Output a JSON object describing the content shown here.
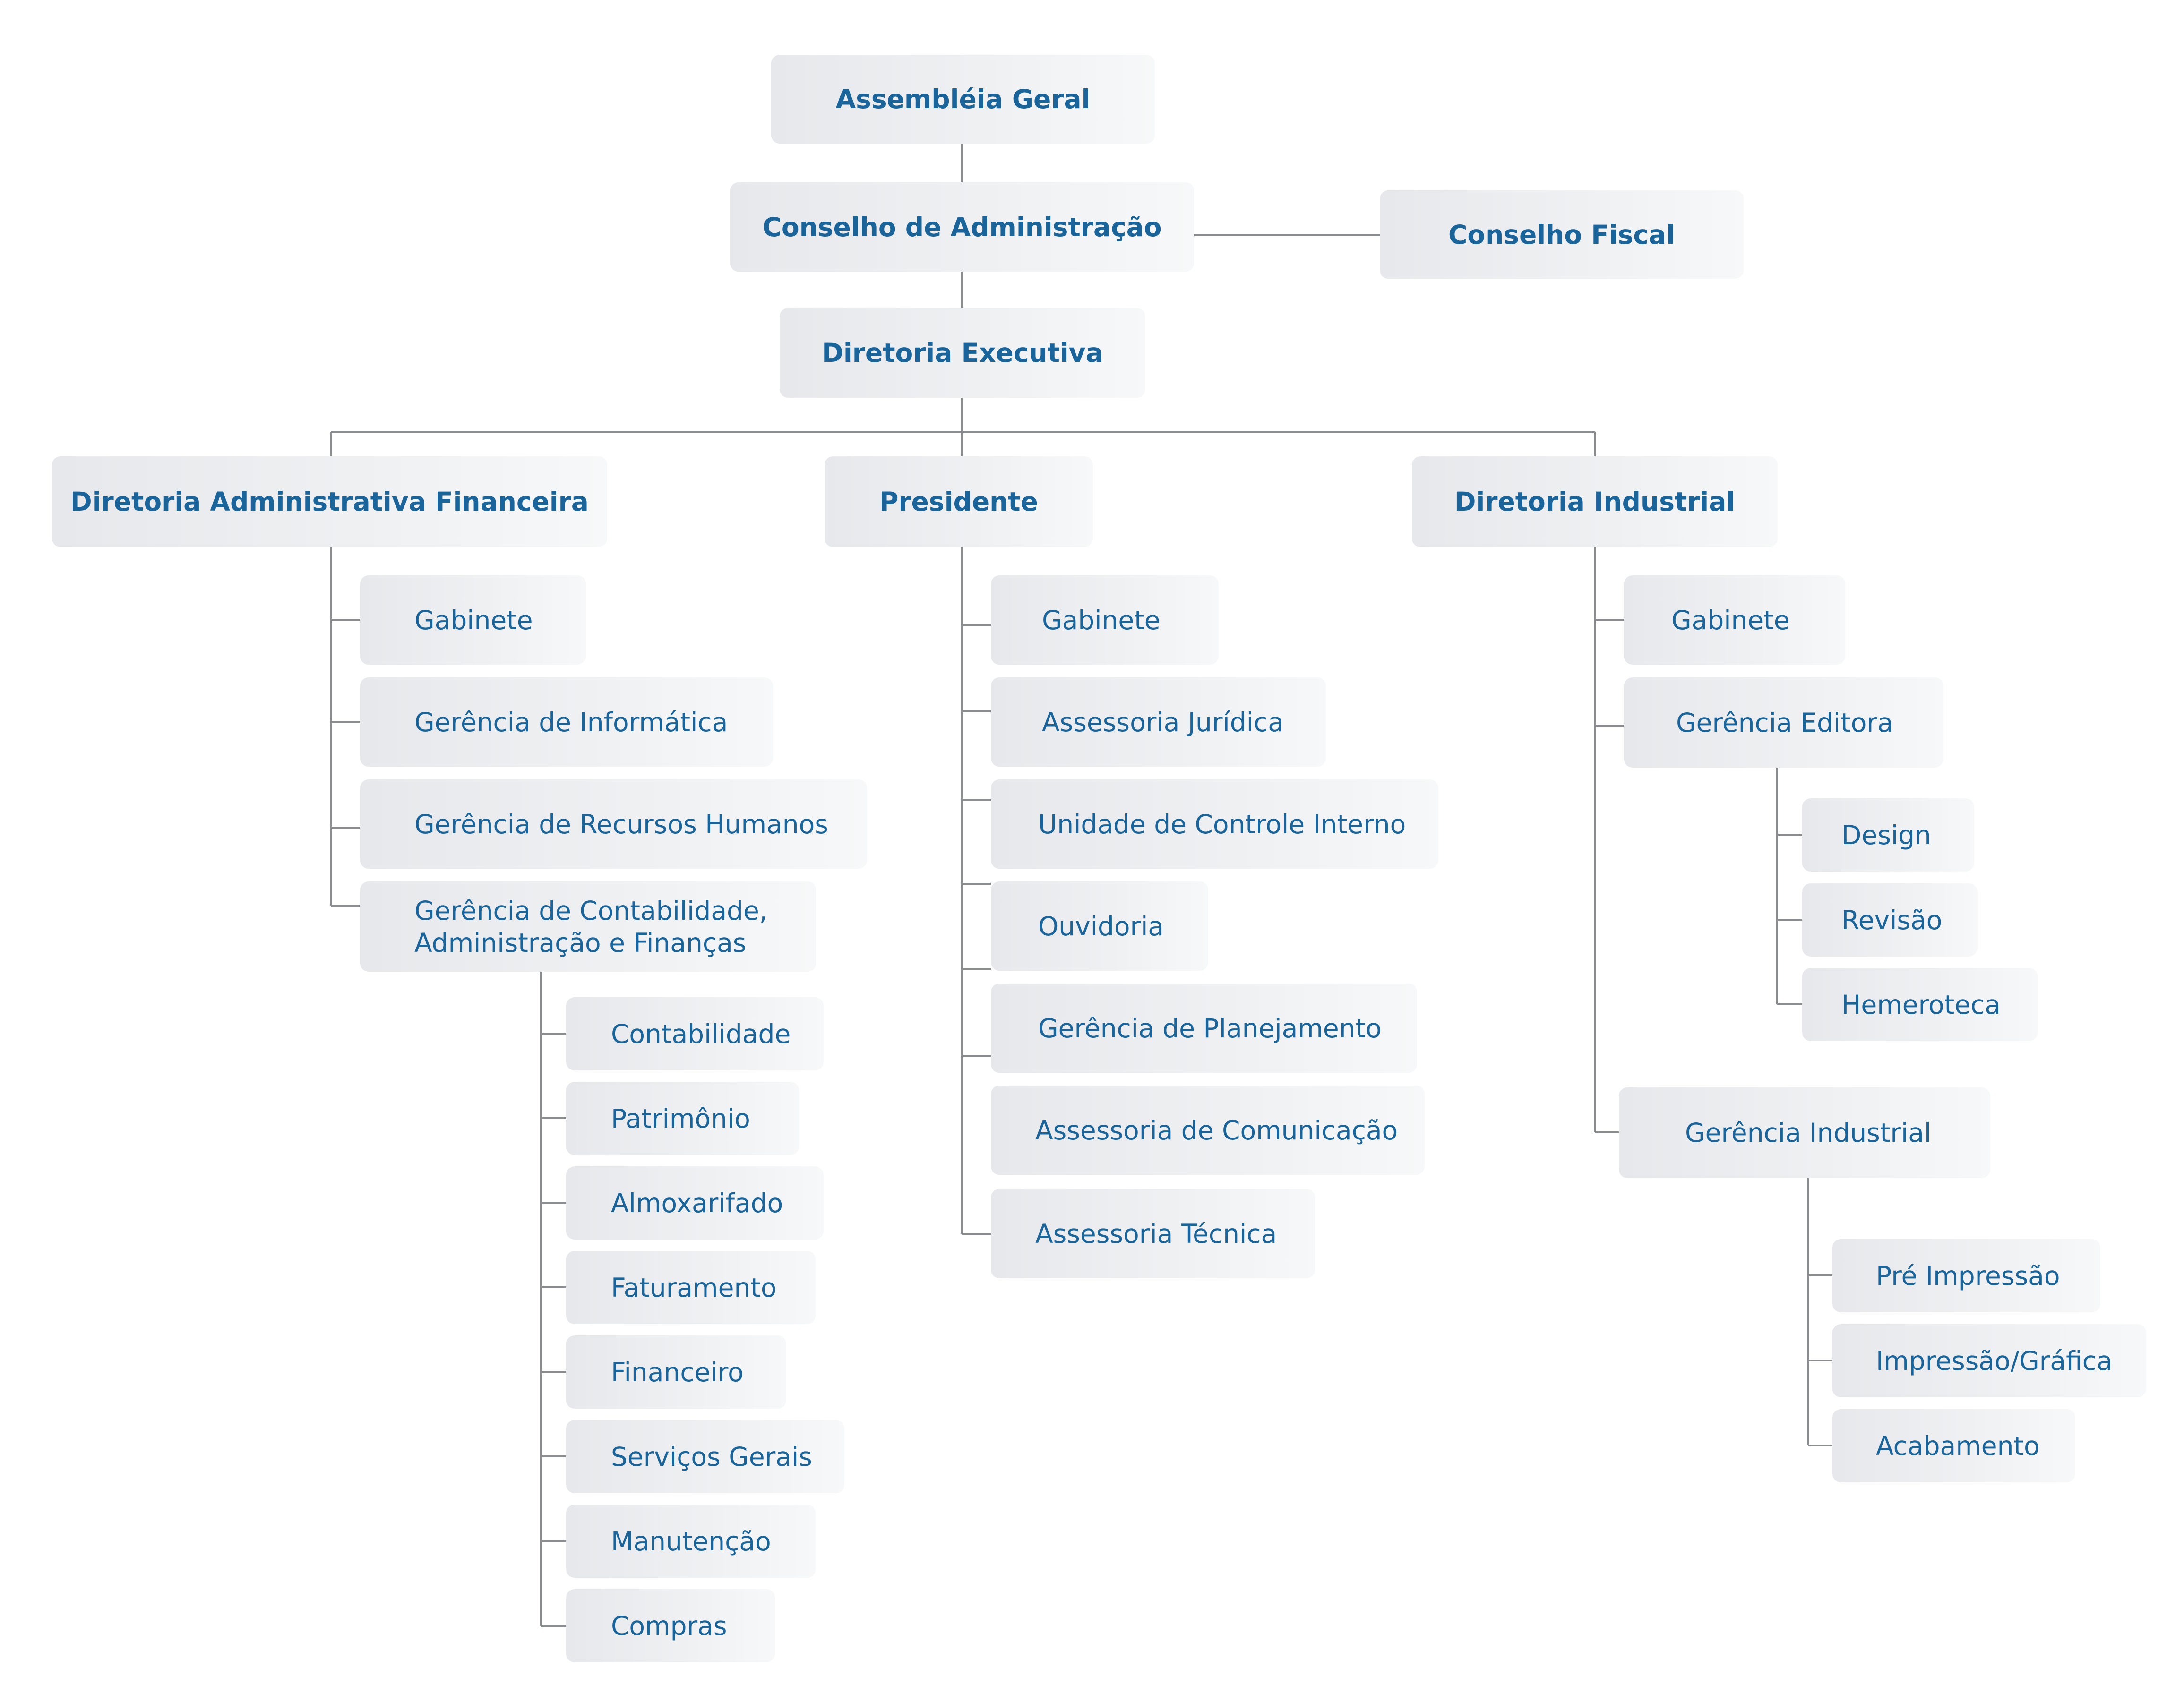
{
  "top": {
    "assembleia": "Assembléia Geral",
    "conselho_admin": "Conselho de Administração",
    "conselho_fiscal": "Conselho Fiscal",
    "diretoria_executiva": "Diretoria Executiva"
  },
  "branches": {
    "admin_fin": {
      "title": "Diretoria Administrativa Financeira",
      "items": [
        "Gabinete",
        "Gerência de Informática",
        "Gerência de Recursos Humanos"
      ],
      "contabilidade": {
        "line1": "Gerência de Contabilidade,",
        "line2": "Administração e Finanças",
        "items": [
          "Contabilidade",
          "Patrimônio",
          "Almoxarifado",
          "Faturamento",
          "Financeiro",
          "Serviços Gerais",
          "Manutenção",
          "Compras"
        ]
      }
    },
    "presidente": {
      "title": "Presidente",
      "items": [
        "Gabinete",
        "Assessoria Jurídica",
        "Unidade de Controle Interno",
        "Ouvidoria",
        "Gerência de Planejamento",
        "Assessoria de Comunicação",
        "Assessoria Técnica"
      ]
    },
    "industrial": {
      "title": "Diretoria Industrial",
      "gabinete": "Gabinete",
      "editora": {
        "title": "Gerência Editora",
        "items": [
          "Design",
          "Revisão",
          "Hemeroteca"
        ]
      },
      "gerencia_industrial": {
        "title": "Gerência Industrial",
        "items": [
          "Pré Impressão",
          "Impressão/Gráfica",
          "Acabamento"
        ]
      }
    }
  },
  "colors": {
    "text": "#1a649c",
    "connector": "#8a8c8f",
    "box_start": "#e6e8eb",
    "box_end": "#f7f8f9"
  }
}
